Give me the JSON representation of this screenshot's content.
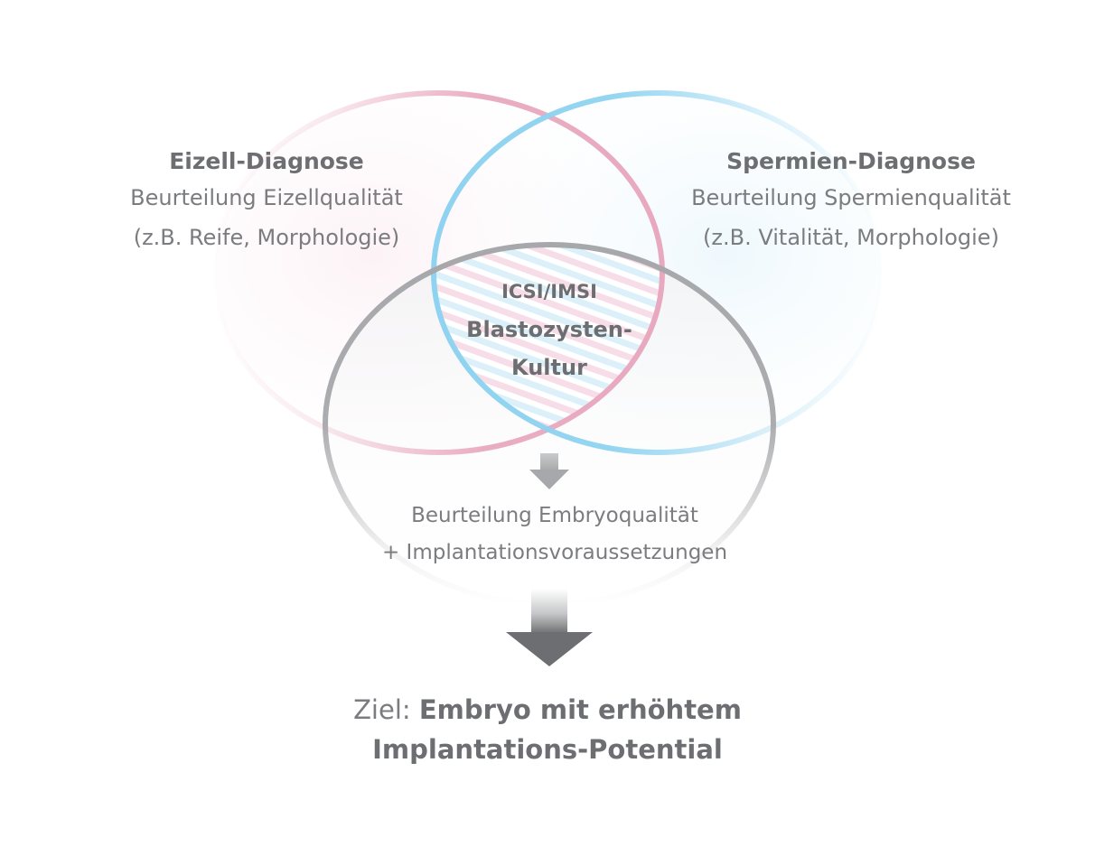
{
  "egg": {
    "title": "Eizell-Diagnose",
    "line1": "Beurteilung Eizellqualität",
    "line2": "(z.B. Reife, Morphologie)"
  },
  "sperm": {
    "title": "Spermien-Diagnose",
    "line1": "Beurteilung Spermienqualität",
    "line2": "(z.B. Vitalität, Morphologie)"
  },
  "center": {
    "label_top": "ICSI/IMSI",
    "label_line1": "Blastozysten-",
    "label_line2": "Kultur"
  },
  "embryo": {
    "line1": "Beurteilung Embryoqualität",
    "line2": "+ Implantationsvoraussetzungen"
  },
  "goal": {
    "prefix": "Ziel: ",
    "line1": "Embryo mit erhöhtem",
    "line2": "Implantations-Potential"
  },
  "colors": {
    "egg_circle": "#e8a9bf",
    "sperm_circle": "#8fd3f0",
    "embryo_circle": "#a7a8ab",
    "text": "#6d6e71"
  },
  "icons": [
    "small-down-arrow-icon",
    "large-down-arrow-icon"
  ]
}
